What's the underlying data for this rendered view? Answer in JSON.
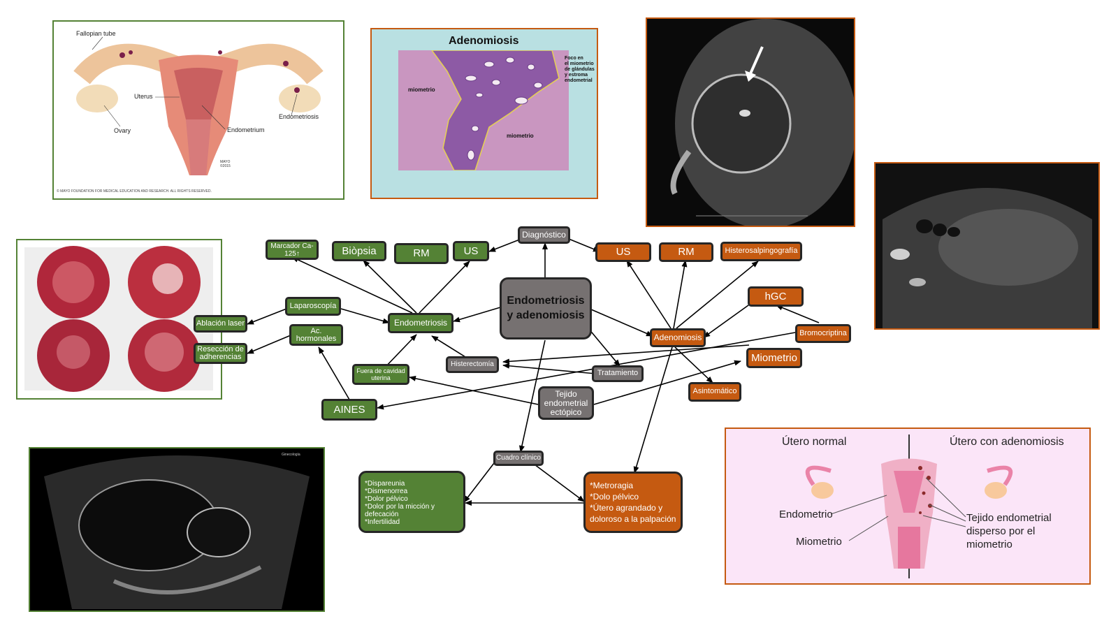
{
  "central": {
    "line1": "Endometriosis",
    "line2": "y adenomiosis"
  },
  "nodes": {
    "diagnostico": "Diagnóstico",
    "marcador": "Marcador Ca-125↑",
    "biopsia": "Biòpsia",
    "rm_left": "RM",
    "us_left": "US",
    "us_right": "US",
    "rm_right": "RM",
    "histerosalpingografia": "Histerosalpingografía",
    "hgc": "hGC",
    "laparoscopia": "Laparoscopía",
    "ablacion": "Ablación laser",
    "ac_hormonales": "Ac. hormonales",
    "reseccion": "Resección de adherencias",
    "endometriosis": "Endometriosis",
    "adenomiosis": "Adenomiosis",
    "bromocriptina": "Bromocriptina",
    "miometrio": "Miometrio",
    "histerectomia": "Histerectomía",
    "tratamiento": "Tratamiento",
    "fuera": "Fuera de cavidad uterina",
    "asintomatico": "Asintomático",
    "tejido": "Tejido endometrial ectópico",
    "aines": "AINES",
    "cuadro": "Cuadro clínico"
  },
  "symptoms_left": [
    "*Dispareunia",
    "*Dismenorrea",
    "*Dolor pélvico",
    "*Dolor por la micción y defecación",
    "*Infertilidad"
  ],
  "symptoms_right": [
    "*Metroragia",
    "*Dolo pélvico",
    "*Útero agrandado y doloroso a la palpación"
  ],
  "anatomy": {
    "fallopian": "Fallopian tube",
    "uterus": "Uterus",
    "ovary": "Ovary",
    "endometrium": "Endometrium",
    "endometriosis": "Endometriosis",
    "mayo": "MAYO ©2015",
    "copyright": "© MAYO FOUNDATION FOR MEDICAL EDUCATION AND RESEARCH. ALL RIGHTS RESERVED."
  },
  "histology": {
    "title": "Adenomiosis",
    "miometrio1": "miometrio",
    "miometrio2": "miometrio",
    "foco": [
      "Foco en",
      "el miometrio",
      "de glándulas",
      "y estroma",
      "endometrial"
    ]
  },
  "uterus_compare": {
    "normal": "Útero normal",
    "adeno": "Útero con adenomiosis",
    "endometrio": "Endometrio",
    "miometrio": "Miometrio",
    "tejido": [
      "Tejido endometrial",
      "disperso por el",
      "miometrio"
    ]
  },
  "colors": {
    "green": "#548235",
    "orange": "#c55a11",
    "gray": "#767171",
    "border_green": "#548235",
    "border_orange": "#c55a11"
  }
}
